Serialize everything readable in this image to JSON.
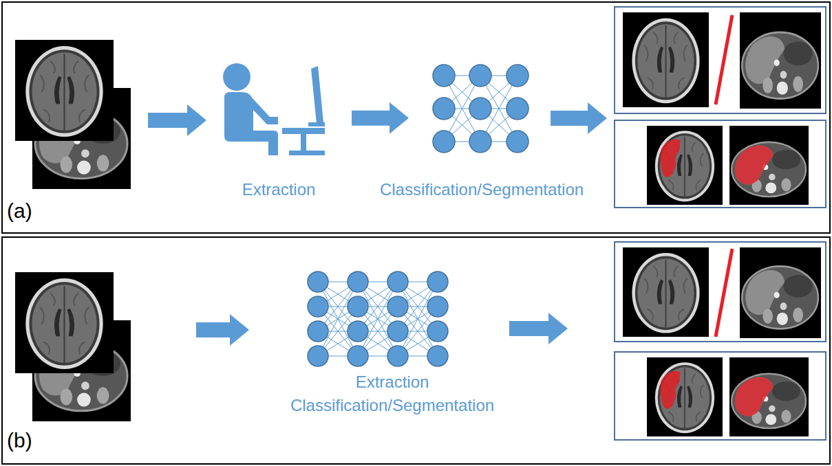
{
  "diagram": {
    "nodes": [
      {
        "text": [
          "(a)"
        ]
      },
      {
        "text": [
          "Extraction"
        ],
        "in": 0
      },
      {
        "text": [
          "Classification/Segmentation"
        ],
        "in": 0
      },
      {
        "text": [
          "(b)"
        ]
      },
      {
        "text": [
          "Extraction",
          "Classification/Segmentation"
        ],
        "in": 3
      }
    ],
    "edges": [
      {
        "from": 1,
        "to": 2,
        "arrow": "to"
      }
    ]
  }
}
